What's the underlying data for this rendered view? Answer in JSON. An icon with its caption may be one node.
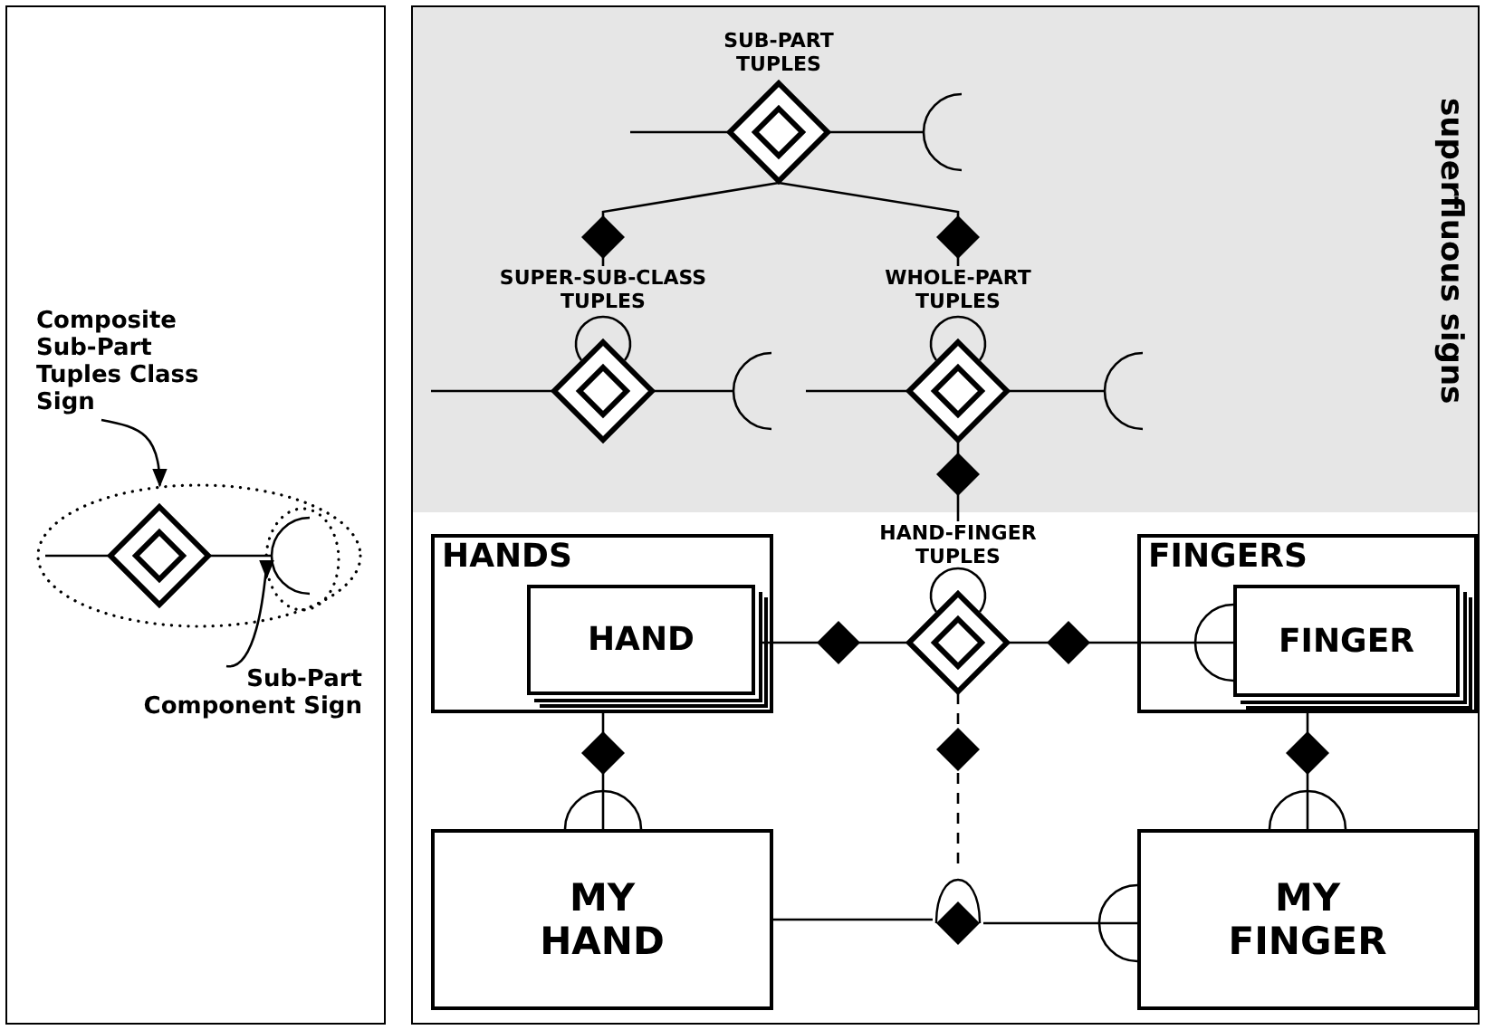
{
  "diagram": {
    "nodes": [
      {
        "text": [],
        "shape": "box"
      },
      {
        "text": [
          "Composite Sub-Part Tuples Class Sign"
        ],
        "in": 0
      },
      {
        "text": [],
        "shape": "ellipse",
        "in": 0
      },
      {
        "text": [
          "Sub-Part Component Sign"
        ],
        "in": 0
      },
      {
        "text": [],
        "shape": "ellipse",
        "in": 2
      },
      {
        "text": [],
        "shape": "box"
      },
      {
        "text": [
          "superfluous signs"
        ],
        "in": 5
      },
      {
        "text": [
          "SUB-PART TUPLES"
        ],
        "in": 6
      },
      {
        "text": [
          "SUPER-SUB-CLASS TUPLES"
        ],
        "in": 6
      },
      {
        "text": [
          "WHOLE-PART TUPLES"
        ],
        "in": 6
      },
      {
        "text": [
          "HANDS"
        ],
        "in": 5
      },
      {
        "text": [
          "HAND"
        ],
        "in": 10
      },
      {
        "text": [
          "HAND-FINGER TUPLES"
        ],
        "in": 5
      },
      {
        "text": [
          "FINGERS"
        ],
        "in": 5
      },
      {
        "text": [
          "FINGER"
        ],
        "in": 13
      },
      {
        "text": [
          "MY HAND"
        ],
        "in": 5
      },
      {
        "text": [],
        "shape": "diamond",
        "in": 5
      },
      {
        "text": [
          "MY FINGER"
        ],
        "in": 5
      }
    ],
    "edges": [
      {
        "from": 1,
        "to": 2,
        "arrow": "to"
      },
      {
        "from": 3,
        "to": 4,
        "arrow": "to"
      },
      {
        "from": 7,
        "to": 8,
        "arrow": "other"
      },
      {
        "from": 7,
        "to": 9,
        "arrow": "other"
      },
      {
        "from": 8,
        "to": 8,
        "arrow": "none"
      },
      {
        "from": 9,
        "to": 9,
        "arrow": "none"
      },
      {
        "from": 9,
        "to": 12,
        "arrow": "other"
      },
      {
        "from": 11,
        "to": 12,
        "arrow": "other"
      },
      {
        "from": 12,
        "to": 14,
        "arrow": "other"
      },
      {
        "from": 12,
        "to": 12,
        "arrow": "none"
      },
      {
        "from": 10,
        "to": 15,
        "arrow": "other"
      },
      {
        "from": 13,
        "to": 17,
        "arrow": "other"
      },
      {
        "from": 12,
        "to": 16,
        "arrow": "other",
        "style": "dashed"
      },
      {
        "from": 15,
        "to": 16,
        "arrow": "none"
      },
      {
        "from": 16,
        "to": 17,
        "arrow": "other"
      }
    ]
  }
}
